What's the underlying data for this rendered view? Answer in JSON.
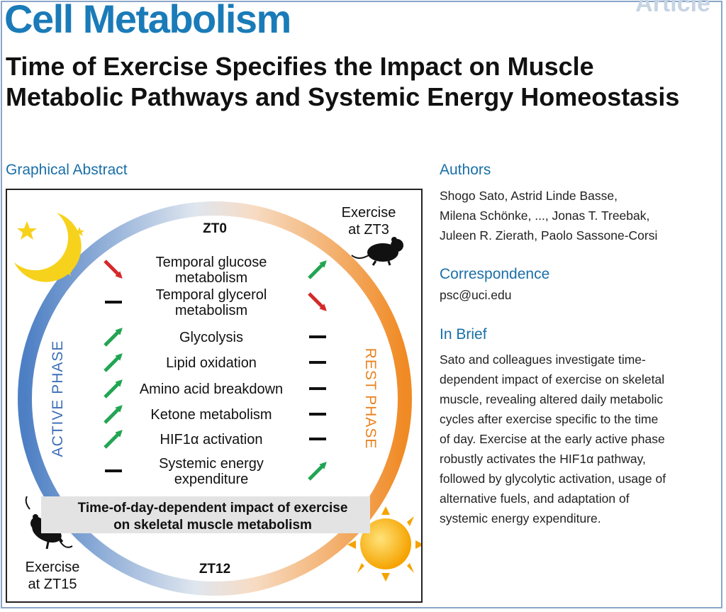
{
  "journal": "Cell Metabolism",
  "article_type": "Article",
  "title": "Time of Exercise Specifies the Impact on Muscle Metabolic Pathways and Systemic Energy Homeostasis",
  "graphical_abstract": {
    "heading": "Graphical Abstract",
    "zt_top": "ZT0",
    "zt_bottom": "ZT12",
    "left_phase": "ACTIVE PHASE",
    "right_phase": "REST PHASE",
    "exercise_zt3_line1": "Exercise",
    "exercise_zt3_line2": "at ZT3",
    "exercise_zt15_line1": "Exercise",
    "exercise_zt15_line2": "at ZT15",
    "rows": [
      {
        "label": [
          "Temporal glucose",
          "metabolism"
        ],
        "zt15": "down",
        "zt3": "up"
      },
      {
        "label": [
          "Temporal glycerol",
          "metabolism"
        ],
        "zt15": "none",
        "zt3": "down"
      },
      {
        "label": [
          "Glycolysis"
        ],
        "zt15": "up",
        "zt3": "none"
      },
      {
        "label": [
          "Lipid oxidation"
        ],
        "zt15": "up",
        "zt3": "none"
      },
      {
        "label": [
          "Amino acid breakdown"
        ],
        "zt15": "up",
        "zt3": "none"
      },
      {
        "label": [
          "Ketone metabolism"
        ],
        "zt15": "up",
        "zt3": "none"
      },
      {
        "label": [
          "HIF1α activation"
        ],
        "zt15": "up",
        "zt3": "none"
      },
      {
        "label": [
          "Systemic energy",
          "expenditure"
        ],
        "zt15": "none",
        "zt3": "up"
      }
    ],
    "caption_line1": "Time-of-day-dependent impact of exercise",
    "caption_line2": "on skeletal muscle metabolism",
    "colors": {
      "up": "#22a552",
      "down": "#d42a2a",
      "active": "#4d7fc4",
      "rest": "#f08a24"
    }
  },
  "authors": {
    "heading": "Authors",
    "lines": [
      "Shogo Sato, Astrid Linde Basse,",
      "Milena Schönke, ..., Jonas T. Treebak,",
      "Juleen R. Zierath, Paolo Sassone-Corsi"
    ]
  },
  "correspondence": {
    "heading": "Correspondence",
    "email": "psc@uci.edu"
  },
  "in_brief": {
    "heading": "In Brief",
    "lines": [
      "Sato and colleagues investigate time-",
      "dependent impact of exercise on skeletal",
      "muscle, revealing altered daily metabolic",
      "cycles after exercise specific to the time",
      "of day. Exercise at the early active phase",
      "robustly activates the HIF1α pathway,",
      "followed by glycolytic activation, usage of",
      "alternative fuels, and adaptation of",
      "systemic energy expenditure."
    ]
  }
}
